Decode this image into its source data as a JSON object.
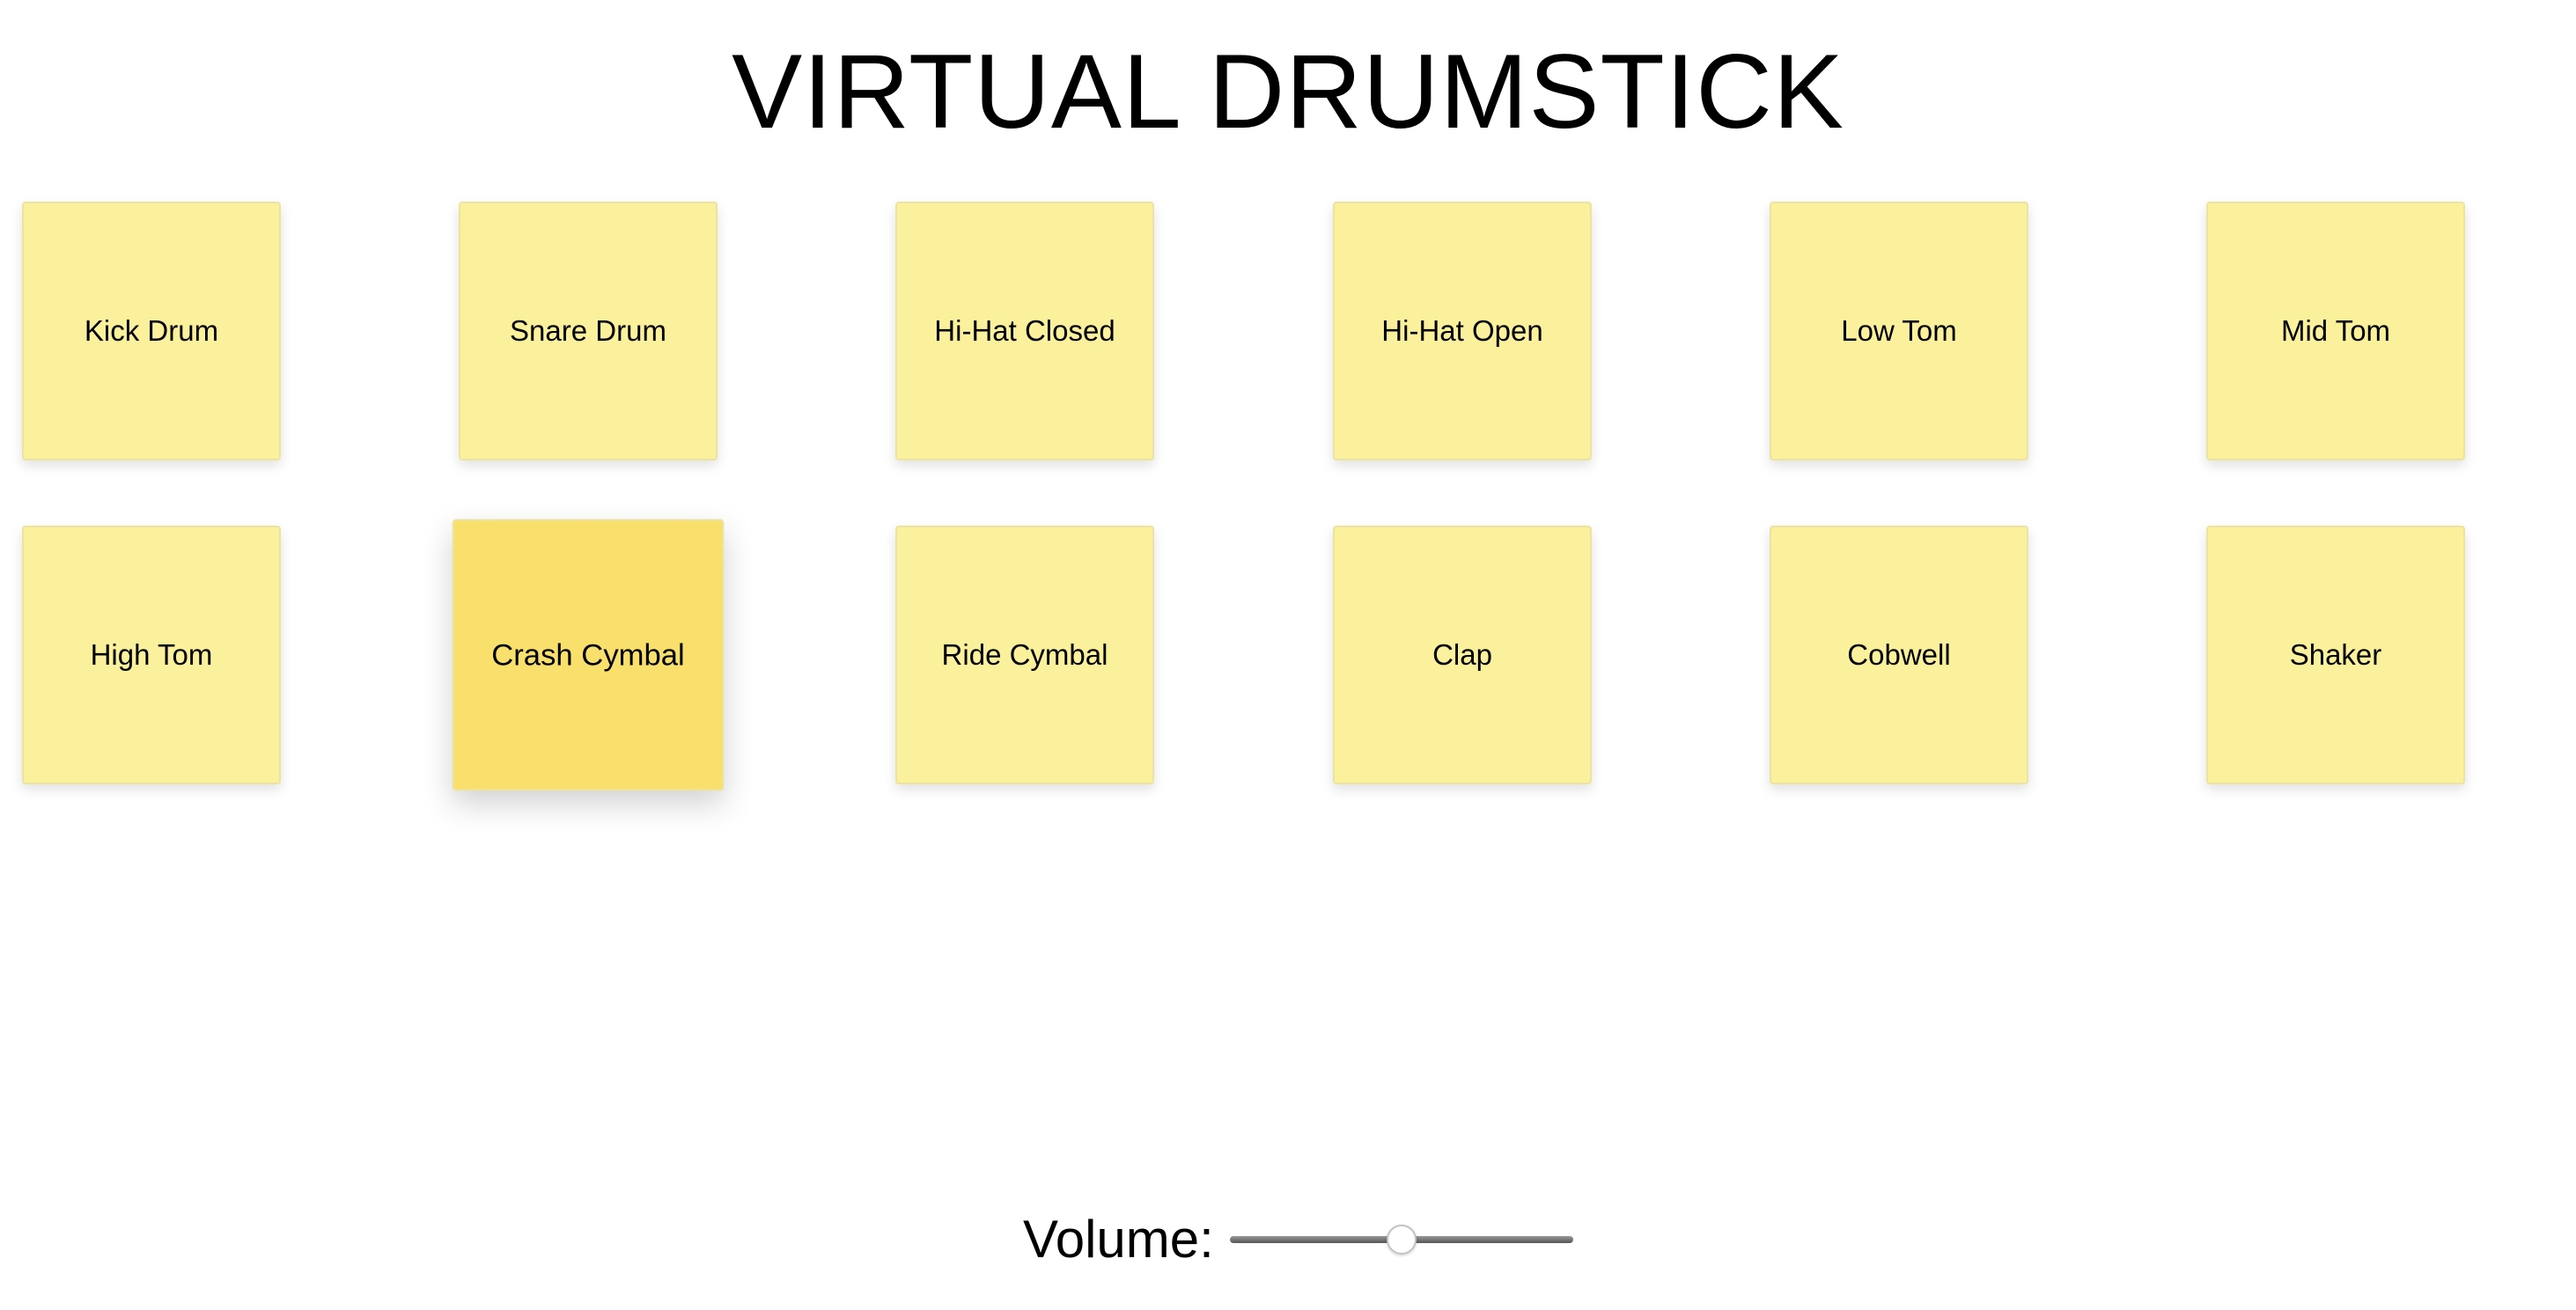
{
  "header": {
    "title": "VIRTUAL DRUMSTICK"
  },
  "pads": [
    {
      "label": "Kick Drum",
      "active": false
    },
    {
      "label": "Snare Drum",
      "active": false
    },
    {
      "label": "Hi-Hat Closed",
      "active": false
    },
    {
      "label": "Hi-Hat Open",
      "active": false
    },
    {
      "label": "Low Tom",
      "active": false
    },
    {
      "label": "Mid Tom",
      "active": false
    },
    {
      "label": "High Tom",
      "active": false
    },
    {
      "label": "Crash Cymbal",
      "active": true
    },
    {
      "label": "Ride Cymbal",
      "active": false
    },
    {
      "label": "Clap",
      "active": false
    },
    {
      "label": "Cobwell",
      "active": false
    },
    {
      "label": "Shaker",
      "active": false
    }
  ],
  "volume": {
    "label": "Volume:",
    "value": 0.5
  },
  "colors": {
    "pad": "#fbf09b",
    "pad_active": "#f9e06d",
    "background": "#ffffff"
  }
}
